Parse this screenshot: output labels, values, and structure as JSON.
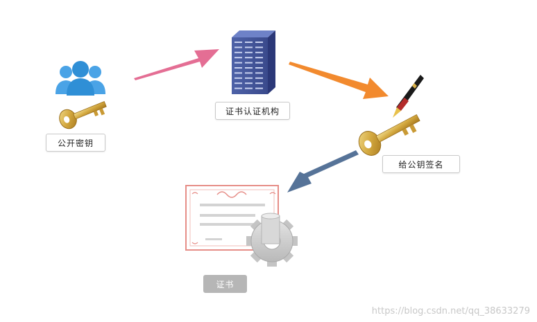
{
  "nodes": {
    "public_key": {
      "label": "公开密钥",
      "icon": "users-key-icon"
    },
    "ca": {
      "label": "证书认证机构",
      "icon": "server-icon"
    },
    "sign": {
      "label": "给公钥签名",
      "icon": "pen-key-icon"
    },
    "certificate": {
      "label": "证书",
      "icon": "certificate-gear-icon"
    }
  },
  "arrows": [
    {
      "from": "public_key",
      "to": "ca",
      "color": "#e46e94"
    },
    {
      "from": "ca",
      "to": "sign",
      "color": "#f28a2e"
    },
    {
      "from": "sign",
      "to": "certificate",
      "color": "#567398"
    }
  ],
  "watermark": "https://blog.csdn.net/qq_38633279",
  "colors": {
    "users": "#2f8fd6",
    "key_gold": "#d7ae4a",
    "server": "#3d4f94",
    "certificate_border": "#e68d87",
    "gear": "#cdcdcd"
  }
}
